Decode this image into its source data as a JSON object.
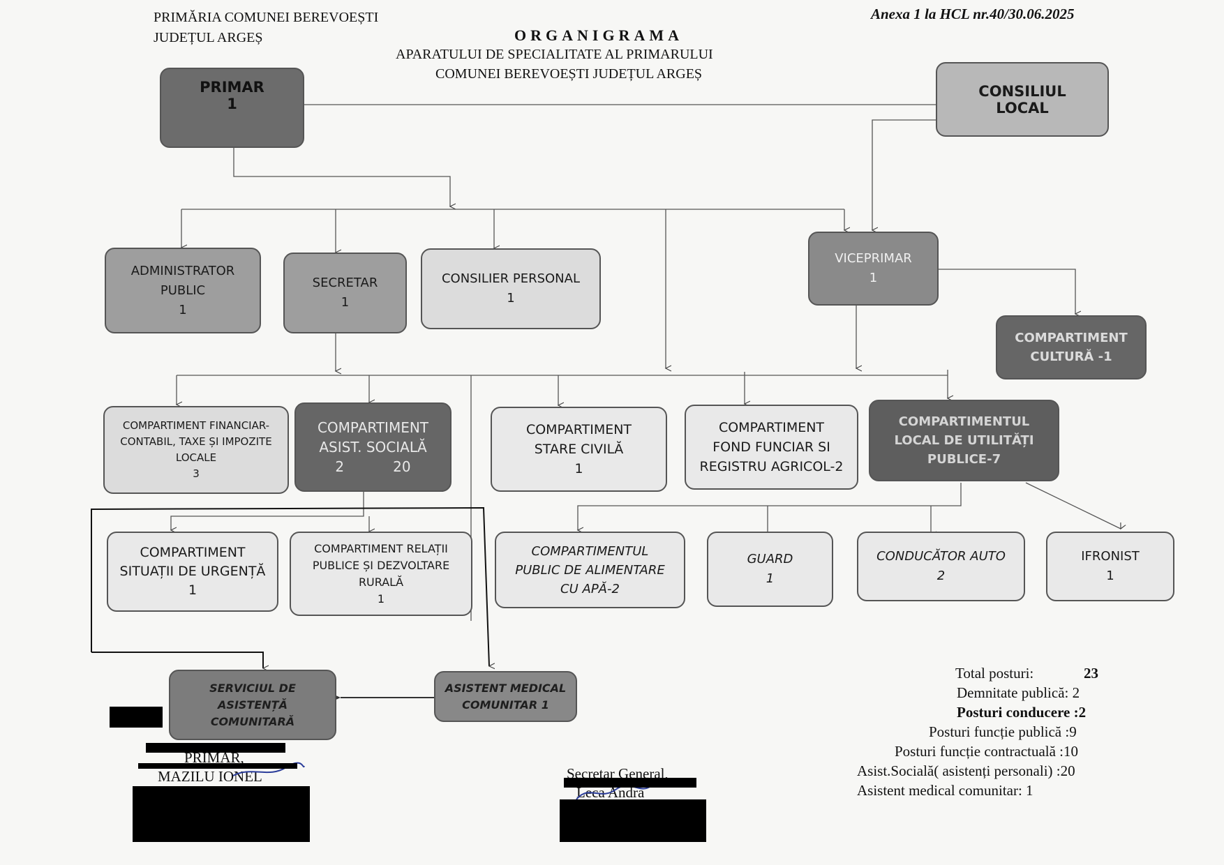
{
  "header": {
    "left_line1": "PRIMĂRIA COMUNEI BEREVOEȘTI",
    "left_line2": "JUDEȚUL ARGEȘ",
    "annex": "Anexa 1 la HCL nr.40/30.06.2025",
    "title": "ORGANIGRAMA",
    "subtitle1": "APARATULUI DE SPECIALITATE AL PRIMARULUI",
    "subtitle2": "COMUNEI BEREVOEȘTI JUDEȚUL ARGEȘ"
  },
  "boxes": {
    "primar": {
      "line1": "PRIMAR",
      "line2": "1"
    },
    "consiliu": {
      "line1": "CONSILIUL",
      "line2": "LOCAL"
    },
    "administrator": {
      "line1": "ADMINISTRATOR",
      "line2": "PUBLIC",
      "line3": "1"
    },
    "secretar": {
      "line1": "SECRETAR",
      "line2": "1"
    },
    "consilier": {
      "line1": "CONSILIER PERSONAL",
      "line2": "1"
    },
    "viceprimar": {
      "line1": "VICEPRIMAR",
      "line2": "1"
    },
    "cultura": {
      "line1": "COMPARTIMENT",
      "line2": "CULTURĂ -1"
    },
    "financiar": {
      "line1": "COMPARTIMENT FINANCIAR-",
      "line2": "CONTABIL, TAXE ȘI IMPOZITE",
      "line3": "LOCALE",
      "line4": "3"
    },
    "asistsociala": {
      "line1": "COMPARTIMENT",
      "line2": "ASIST. SOCIALĂ",
      "line3a": "2",
      "line3b": "20"
    },
    "starecivila": {
      "line1": "COMPARTIMENT",
      "line2": "STARE CIVILĂ",
      "line3": "1"
    },
    "fondfunciar": {
      "line1": "COMPARTIMENT",
      "line2": "FOND FUNCIAR SI",
      "line3": "REGISTRU AGRICOL-2"
    },
    "utilitati": {
      "line1": "COMPARTIMENTUL",
      "line2": "LOCAL DE UTILITĂȚI",
      "line3": "PUBLICE-7"
    },
    "urgenta": {
      "line1": "COMPARTIMENT",
      "line2": "SITUAȚII DE URGENȚĂ",
      "line3": "1"
    },
    "relatii": {
      "line1": "COMPARTIMENT  RELAȚII",
      "line2": "PUBLICE ȘI DEZVOLTARE",
      "line3": "RURALĂ",
      "line4": "1"
    },
    "alimentare": {
      "line1": "COMPARTIMENTUL",
      "line2": "PUBLIC DE ALIMENTARE",
      "line3": "CU APĂ-2"
    },
    "guard": {
      "line1": "GUARD",
      "line2": "1"
    },
    "conducator": {
      "line1": "CONDUCĂTOR AUTO",
      "line2": "2"
    },
    "ifronist": {
      "line1": "IFRONIST",
      "line2": "1"
    },
    "serviciu": {
      "line1": "SERVICIUL DE",
      "line2": "ASISTENȚĂ",
      "line3": "COMUNITARĂ"
    },
    "asistent": {
      "line1": "ASISTENT MEDICAL",
      "line2": "COMUNITAR 1"
    }
  },
  "totals": {
    "total_label": "Total posturi:",
    "total_value": "23",
    "demnitate": "Demnitate publică:  2",
    "conducere": "Posturi conducere :2",
    "functie_publica": "Posturi funcție publică :9",
    "contractuala": "Posturi funcție contractuală :10",
    "asist_sociala": "Asist.Socială( asistenți personali) :20",
    "asistent_medical": "Asistent medical comunitar: 1"
  },
  "signatures": {
    "primar_title": "PRIMAR,",
    "primar_name": "MAZILU IONEL",
    "secretar_title": "Secretar General,",
    "secretar_name": "Leca Andra"
  }
}
